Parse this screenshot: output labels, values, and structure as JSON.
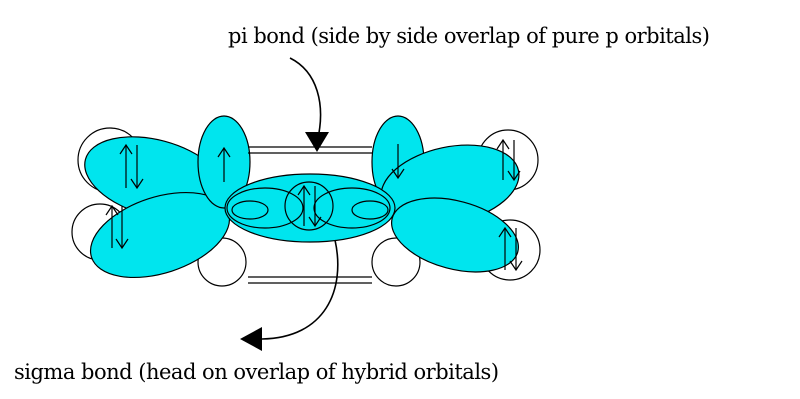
{
  "labels": {
    "pi_bond": "pi bond    (side by side overlap of pure p orbitals)",
    "sigma_bond": "sigma bond  (head on overlap of hybrid orbitals)"
  },
  "colors": {
    "orbital_fill": "#00e5ee",
    "stroke": "#000000",
    "background": "#ffffff"
  },
  "icons": {
    "electron_up": "up-arrow",
    "electron_down": "down-arrow"
  }
}
